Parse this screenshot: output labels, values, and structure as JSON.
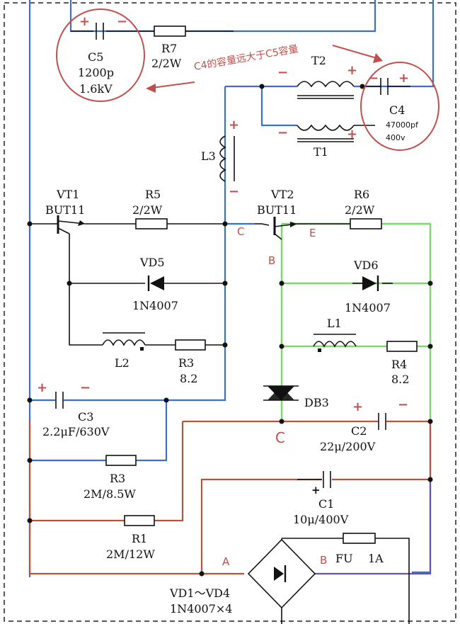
{
  "components": {
    "c5": {
      "ref": "C5",
      "value": "1200p",
      "rating": "1.6kV"
    },
    "r7": {
      "ref": "R7",
      "value": "2/2W"
    },
    "t2": {
      "ref": "T2"
    },
    "t1": {
      "ref": "T1"
    },
    "c4": {
      "ref": "C4",
      "value": "47000pf",
      "rating": "400v"
    },
    "l3": {
      "ref": "L3"
    },
    "vt1": {
      "ref": "VT1",
      "part": "BUT11"
    },
    "r5": {
      "ref": "R5",
      "value": "2/2W"
    },
    "vt2": {
      "ref": "VT2",
      "part": "BUT11"
    },
    "r6": {
      "ref": "R6",
      "value": "2/2W"
    },
    "vd5": {
      "ref": "VD5",
      "part": "1N4007"
    },
    "vd6": {
      "ref": "VD6",
      "part": "1N4007"
    },
    "l2": {
      "ref": "L2"
    },
    "r3a": {
      "ref": "R3",
      "value": "8.2"
    },
    "l1": {
      "ref": "L1"
    },
    "r4": {
      "ref": "R4",
      "value": "8.2"
    },
    "db3": {
      "ref": "DB3"
    },
    "c3": {
      "ref": "C3",
      "value": "2.2μF/630V"
    },
    "c2": {
      "ref": "C2",
      "value": "22μ/200V"
    },
    "r3b": {
      "ref": "R3",
      "value": "2M/8.5W"
    },
    "c1": {
      "ref": "C1",
      "value": "10μ/400V"
    },
    "r1": {
      "ref": "R1",
      "value": "2M/12W"
    },
    "fu": {
      "ref": "FU",
      "value": "1A"
    },
    "bridge": {
      "ref": "VD1～VD4",
      "part": "1N4007×4"
    }
  },
  "annotations": {
    "note": "C4的容量远大于C5容量",
    "plus": "+",
    "minus": "−",
    "terminal_c": "C",
    "terminal_b": "B",
    "terminal_e": "E",
    "node_c": "C",
    "node_a": "A",
    "node_b": "B"
  },
  "colors": {
    "blue_net": "#3b6fc9",
    "green_net": "#7dd86a",
    "brown_net": "#b5543a",
    "purple_net": "#6654b0",
    "annotation": "#c0504d"
  }
}
